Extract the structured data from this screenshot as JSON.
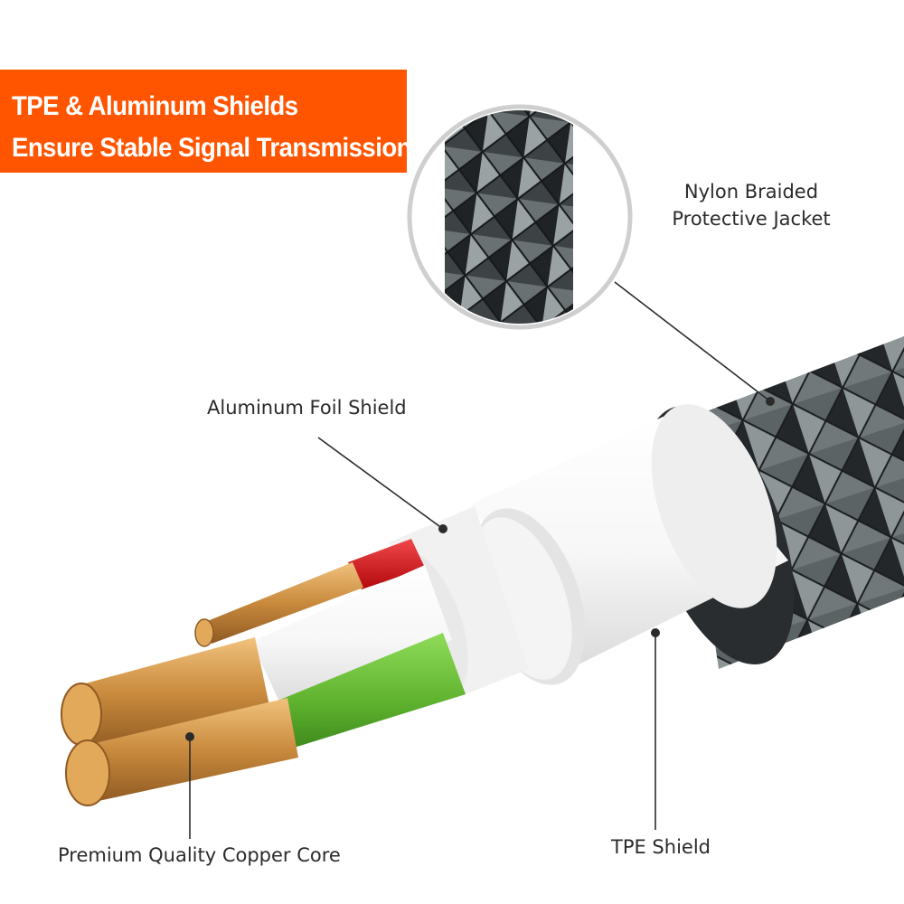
{
  "banner": {
    "line1": "TPE & Aluminum Shields",
    "line2": "Ensure Stable Signal Transmission"
  },
  "labels": {
    "jacket_line1": "Nylon Braided",
    "jacket_line2": "Protective Jacket",
    "foil": "Aluminum Foil Shield",
    "copper": "Premium Quality Copper Core",
    "tpe": "TPE Shield"
  },
  "colors": {
    "banner": "#ff5500",
    "braid_dark": "#2e3234",
    "braid_light": "#8a9192",
    "copper": "#d99a4a",
    "wire_red": "#d0161b",
    "wire_green": "#6cc03a",
    "shield_white": "#f7f7f7"
  },
  "icons": [
    "magnifier-circle",
    "callout-dot"
  ]
}
